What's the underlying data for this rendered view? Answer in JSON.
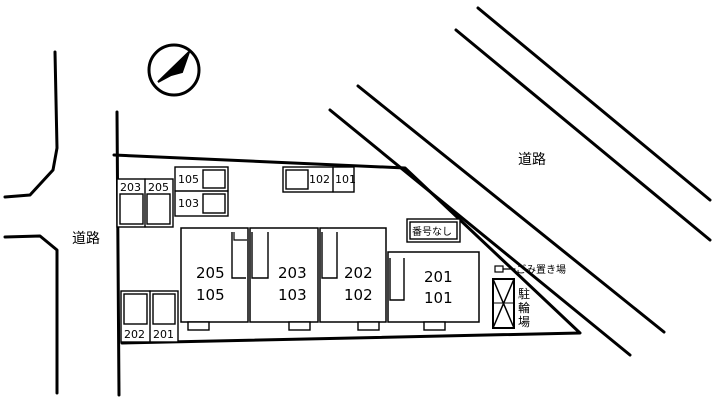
{
  "roads": {
    "label_right": "道路",
    "label_left": "道路"
  },
  "parking_blocks": [
    {
      "id": "block-a",
      "slots": [
        "203",
        "205"
      ]
    },
    {
      "id": "block-b",
      "slots": [
        "105",
        "103"
      ]
    },
    {
      "id": "block-c",
      "slots": [
        "102",
        "101"
      ]
    },
    {
      "id": "block-d",
      "slots": [
        "202",
        "201"
      ]
    }
  ],
  "buildings": [
    {
      "top": "205",
      "bottom": "105"
    },
    {
      "top": "203",
      "bottom": "103"
    },
    {
      "top": "202",
      "bottom": "102"
    },
    {
      "top": "201",
      "bottom": "101"
    }
  ],
  "no_number_label": "番号なし",
  "garbage_label": "ごみ置き場",
  "bike_parking_label": "駐輪場"
}
